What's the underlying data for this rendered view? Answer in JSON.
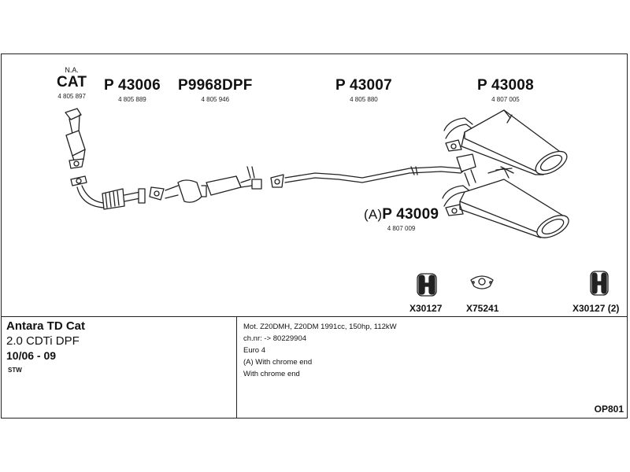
{
  "parts": {
    "cat": {
      "note": "N.A.",
      "code": "CAT",
      "number": "4 805 897"
    },
    "p43006": {
      "code": "P 43006",
      "number": "4 805 889"
    },
    "p9968": {
      "code": "P9968DPF",
      "number": "4 805 946"
    },
    "p43007": {
      "code": "P 43007",
      "number": "4 805 880"
    },
    "p43008": {
      "code": "P 43008",
      "number": "4 807 005"
    },
    "p43009": {
      "prefix": "(A)",
      "code": "P 43009",
      "number": "4 807 009"
    }
  },
  "accessories": [
    {
      "code": "X30127",
      "icon": "rubber-hanger-icon"
    },
    {
      "code": "X75241",
      "icon": "flange-gasket-icon"
    },
    {
      "code": "X30127 (2)",
      "icon": "rubber-hanger-icon"
    }
  ],
  "vehicle": {
    "model": "Antara TD Cat",
    "engine": "2.0 CDTi DPF",
    "years": "10/06 - 09",
    "body": "STW"
  },
  "notes": [
    "Mot. Z20DMH, Z20DM 1991cc, 150hp, 112kW",
    "ch.nr: -> 80229904",
    "Euro 4",
    "(A) With chrome end",
    "With chrome end"
  ],
  "reference": "OP801"
}
